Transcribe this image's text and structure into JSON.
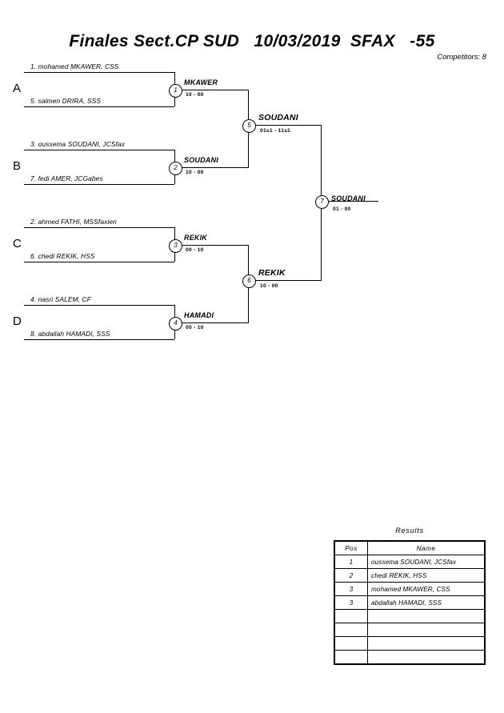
{
  "header": {
    "title": "Finales Sect.CP SUD   10/03/2019  SFAX   -55",
    "competitors": "Competitors: 8"
  },
  "groups": [
    {
      "label": "A"
    },
    {
      "label": "B"
    },
    {
      "label": "C"
    },
    {
      "label": "D"
    }
  ],
  "entrants": [
    {
      "text": "1. mohamed MKAWER, CSS"
    },
    {
      "text": "5. salmen DRIRA, SSS"
    },
    {
      "text": "3. oussema SOUDANI, JCSfax"
    },
    {
      "text": "7. fedi AMER, JCGabes"
    },
    {
      "text": "2. ahmed FATHI, MSSfaxien"
    },
    {
      "text": "6. chedi REKIK, HSS"
    },
    {
      "text": "4. nasri SALEM, CF"
    },
    {
      "text": "8. abdallah HAMADI, SSS"
    }
  ],
  "matches": [
    {
      "number": "1",
      "winner": "MKAWER",
      "score": "10 - 00"
    },
    {
      "number": "2",
      "winner": "SOUDANI",
      "score": "10 - 00"
    },
    {
      "number": "3",
      "winner": "REKIK",
      "score": "00 - 10"
    },
    {
      "number": "4",
      "winner": "HAMADI",
      "score": "00 - 10"
    },
    {
      "number": "5",
      "winner": "SOUDANI",
      "score": "01s1 - 11s1"
    },
    {
      "number": "6",
      "winner": "REKIK",
      "score": "10 - 00"
    },
    {
      "number": "7",
      "winner": "SOUDANI",
      "score": "01 - 00"
    }
  ],
  "results": {
    "title": "Results",
    "columns": [
      "Pos",
      "Name"
    ],
    "rows": [
      {
        "pos": "1",
        "name": "oussema SOUDANI, JCSfax"
      },
      {
        "pos": "2",
        "name": "chedi REKIK, HSS"
      },
      {
        "pos": "3",
        "name": "mohamed MKAWER, CSS"
      },
      {
        "pos": "3",
        "name": "abdallah HAMADI, SSS"
      },
      {
        "pos": "",
        "name": ""
      },
      {
        "pos": "",
        "name": ""
      },
      {
        "pos": "",
        "name": ""
      },
      {
        "pos": "",
        "name": ""
      }
    ]
  }
}
